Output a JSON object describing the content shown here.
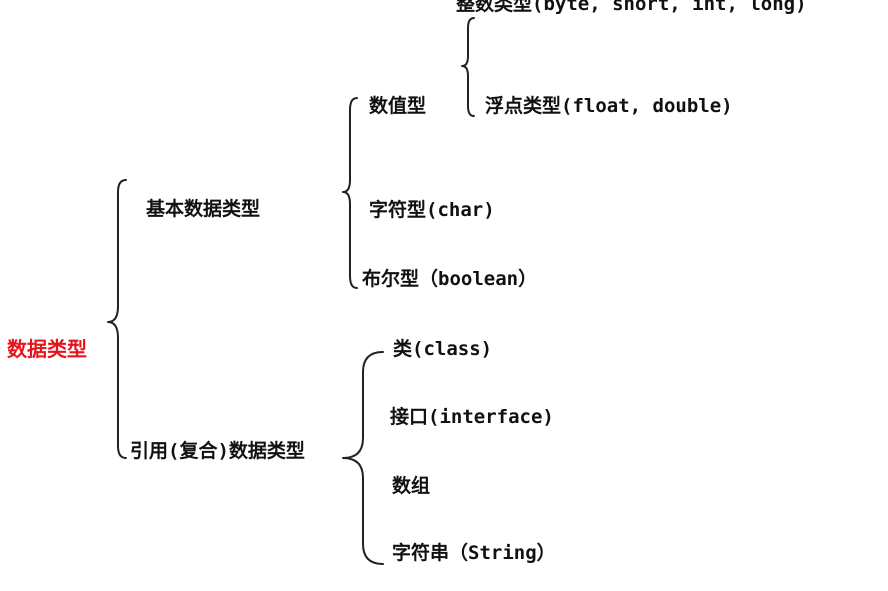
{
  "tree": {
    "root": "数据类型",
    "basic": {
      "label": "基本数据类型",
      "numeric": {
        "label": "数值型",
        "integer": "整数类型(byte, short, int, long)",
        "float": "浮点类型(float, double)"
      },
      "char": "字符型(char)",
      "boolean": "布尔型（boolean）"
    },
    "reference": {
      "label": "引用(复合)数据类型",
      "items": [
        "类(class)",
        "接口(interface)",
        "数组",
        "字符串（String）"
      ]
    }
  },
  "colors": {
    "root": "#e8141d",
    "text": "#111111",
    "line": "#222222"
  }
}
